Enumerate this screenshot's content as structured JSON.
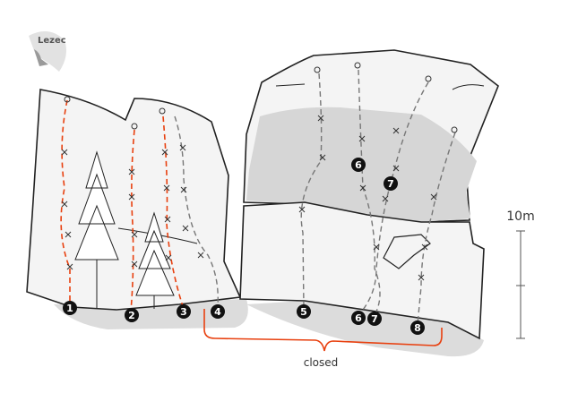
{
  "logo": {
    "text": "Lezec"
  },
  "scale": {
    "label": "10m"
  },
  "closed_label": "closed",
  "routes": [
    {
      "number": "1",
      "color": "#e8400f"
    },
    {
      "number": "2",
      "color": "#e8400f"
    },
    {
      "number": "3",
      "color": "#e8400f"
    },
    {
      "number": "4",
      "color": "#777777"
    },
    {
      "number": "5",
      "color": "#777777"
    },
    {
      "number": "6",
      "color": "#777777"
    },
    {
      "number": "7",
      "color": "#777777"
    },
    {
      "number": "8",
      "color": "#777777"
    }
  ],
  "closed_color": "#e8400f"
}
